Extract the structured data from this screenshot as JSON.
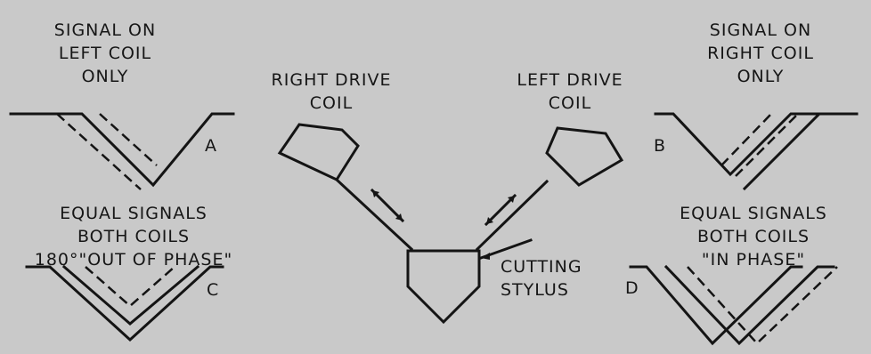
{
  "figure": {
    "panels": {
      "a": {
        "caption_lines": [
          "SIGNAL ON",
          "LEFT COIL",
          "ONLY"
        ],
        "letter": "A"
      },
      "b": {
        "caption_lines": [
          "SIGNAL ON",
          "RIGHT COIL",
          "ONLY"
        ],
        "letter": "B"
      },
      "c": {
        "caption_lines": [
          "EQUAL SIGNALS",
          "BOTH COILS",
          "180°\"OUT OF PHASE\""
        ],
        "letter": "C"
      },
      "d": {
        "caption_lines": [
          "EQUAL SIGNALS",
          "BOTH COILS",
          "\"IN PHASE\""
        ],
        "letter": "D"
      }
    },
    "center": {
      "right_coil_lines": [
        "RIGHT DRIVE",
        "COIL"
      ],
      "left_coil_lines": [
        "LEFT DRIVE",
        "COIL"
      ],
      "stylus_lines": [
        "CUTTING",
        "STYLUS"
      ]
    }
  },
  "colors": {
    "background": "#c9c9c9",
    "ink": "#141414"
  }
}
